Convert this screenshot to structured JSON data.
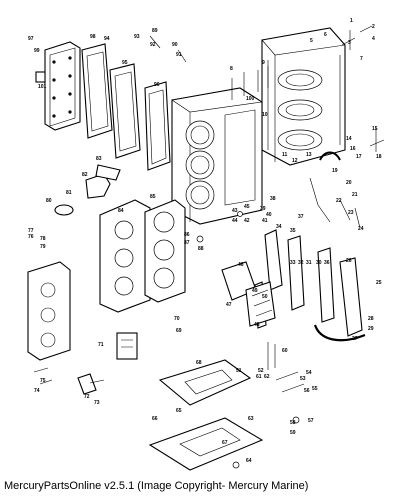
{
  "footer": {
    "credit": "MercuryPartsOnline v2.5.1 (Image Copyright- Mercury Marine)"
  },
  "callouts": [
    {
      "id": "c1",
      "text": "1"
    },
    {
      "id": "c2",
      "text": "2"
    },
    {
      "id": "c3",
      "text": "3"
    },
    {
      "id": "c4",
      "text": "4"
    },
    {
      "id": "c5",
      "text": "5"
    },
    {
      "id": "c6",
      "text": "6"
    },
    {
      "id": "c7",
      "text": "7"
    },
    {
      "id": "c8",
      "text": "8"
    },
    {
      "id": "c9",
      "text": "9"
    },
    {
      "id": "c10",
      "text": "10"
    },
    {
      "id": "c11",
      "text": "11"
    },
    {
      "id": "c12",
      "text": "12"
    },
    {
      "id": "c13",
      "text": "13"
    },
    {
      "id": "c14",
      "text": "14"
    },
    {
      "id": "c15",
      "text": "15"
    },
    {
      "id": "c16",
      "text": "16"
    },
    {
      "id": "c17",
      "text": "17"
    },
    {
      "id": "c18",
      "text": "18"
    },
    {
      "id": "c19",
      "text": "19"
    },
    {
      "id": "c20",
      "text": "20"
    },
    {
      "id": "c21",
      "text": "21"
    },
    {
      "id": "c22",
      "text": "22"
    },
    {
      "id": "c23",
      "text": "23"
    },
    {
      "id": "c24",
      "text": "24"
    },
    {
      "id": "c25",
      "text": "25"
    },
    {
      "id": "c26",
      "text": "26"
    },
    {
      "id": "c27",
      "text": "27"
    },
    {
      "id": "c28",
      "text": "28"
    },
    {
      "id": "c29",
      "text": "29"
    },
    {
      "id": "c30",
      "text": "30"
    },
    {
      "id": "c31",
      "text": "31"
    },
    {
      "id": "c32",
      "text": "32"
    },
    {
      "id": "c33",
      "text": "33"
    },
    {
      "id": "c34",
      "text": "34"
    },
    {
      "id": "c35",
      "text": "35"
    },
    {
      "id": "c36",
      "text": "36"
    },
    {
      "id": "c37",
      "text": "37"
    },
    {
      "id": "c38",
      "text": "38"
    },
    {
      "id": "c39",
      "text": "39"
    },
    {
      "id": "c40",
      "text": "40"
    },
    {
      "id": "c41",
      "text": "41"
    },
    {
      "id": "c42",
      "text": "42"
    },
    {
      "id": "c43",
      "text": "43"
    },
    {
      "id": "c44",
      "text": "44"
    },
    {
      "id": "c45",
      "text": "45"
    },
    {
      "id": "c46",
      "text": "46"
    },
    {
      "id": "c47",
      "text": "47"
    },
    {
      "id": "c48",
      "text": "48"
    },
    {
      "id": "c49",
      "text": "49"
    },
    {
      "id": "c50",
      "text": "50"
    },
    {
      "id": "c51",
      "text": "51"
    },
    {
      "id": "c52",
      "text": "52"
    },
    {
      "id": "c53",
      "text": "53"
    },
    {
      "id": "c54",
      "text": "54"
    },
    {
      "id": "c55",
      "text": "55"
    },
    {
      "id": "c56",
      "text": "56"
    },
    {
      "id": "c57",
      "text": "57"
    },
    {
      "id": "c58",
      "text": "58"
    },
    {
      "id": "c59",
      "text": "59"
    },
    {
      "id": "c60",
      "text": "60"
    },
    {
      "id": "c61",
      "text": "61"
    },
    {
      "id": "c62",
      "text": "62"
    },
    {
      "id": "c63",
      "text": "63"
    },
    {
      "id": "c64",
      "text": "64"
    },
    {
      "id": "c65",
      "text": "65"
    },
    {
      "id": "c66",
      "text": "66"
    },
    {
      "id": "c67",
      "text": "67"
    },
    {
      "id": "c68",
      "text": "68"
    },
    {
      "id": "c69",
      "text": "69"
    },
    {
      "id": "c70",
      "text": "70"
    },
    {
      "id": "c71",
      "text": "71"
    },
    {
      "id": "c72",
      "text": "72"
    },
    {
      "id": "c73",
      "text": "73"
    },
    {
      "id": "c74",
      "text": "74"
    },
    {
      "id": "c75",
      "text": "75"
    },
    {
      "id": "c76",
      "text": "76"
    },
    {
      "id": "c77",
      "text": "77"
    },
    {
      "id": "c78",
      "text": "78"
    },
    {
      "id": "c79",
      "text": "79"
    },
    {
      "id": "c80",
      "text": "80"
    },
    {
      "id": "c81",
      "text": "81"
    },
    {
      "id": "c82",
      "text": "82"
    },
    {
      "id": "c83",
      "text": "83"
    },
    {
      "id": "c84",
      "text": "84"
    },
    {
      "id": "c85",
      "text": "85"
    },
    {
      "id": "c86",
      "text": "86"
    },
    {
      "id": "c87",
      "text": "87"
    },
    {
      "id": "c88",
      "text": "88"
    },
    {
      "id": "c89",
      "text": "89"
    },
    {
      "id": "c90",
      "text": "90"
    },
    {
      "id": "c91",
      "text": "91"
    },
    {
      "id": "c92",
      "text": "92"
    },
    {
      "id": "c93",
      "text": "93"
    },
    {
      "id": "c94",
      "text": "94"
    },
    {
      "id": "c95",
      "text": "95"
    },
    {
      "id": "c96",
      "text": "96"
    },
    {
      "id": "c97",
      "text": "97"
    },
    {
      "id": "c98",
      "text": "98"
    },
    {
      "id": "c99",
      "text": "99"
    },
    {
      "id": "c100",
      "text": "100"
    },
    {
      "id": "c101",
      "text": "101"
    }
  ]
}
